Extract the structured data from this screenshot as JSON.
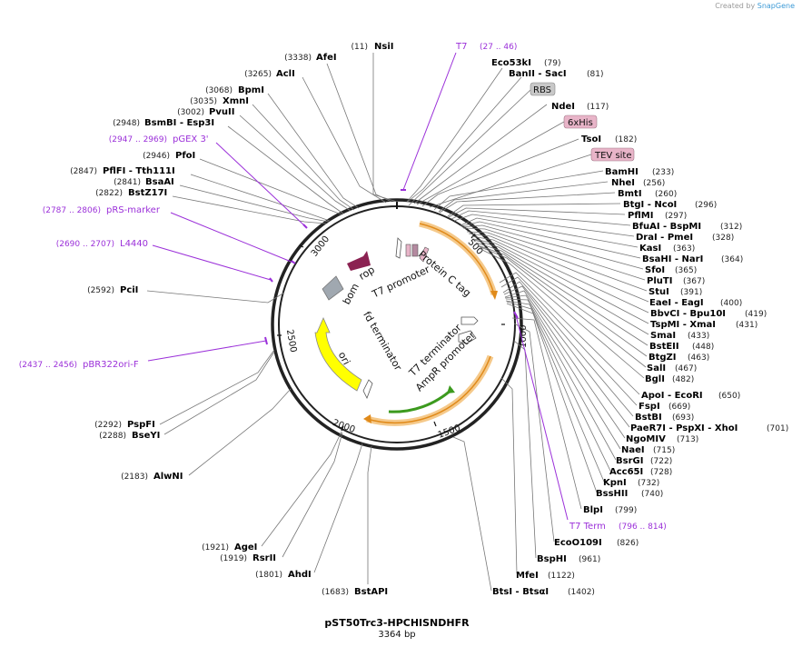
{
  "credit": {
    "prefix": "Created by",
    "brand": "SnapGene"
  },
  "map": {
    "name": "pST50Trc3-HPCHISNDHFR",
    "length_label": "3364 bp",
    "length": 3364,
    "ticks": [
      "500",
      "1000",
      "1500",
      "2000",
      "2500",
      "3000"
    ]
  },
  "enzymes": [
    {
      "pos": "(11)",
      "name": "NsiI"
    },
    {
      "pos": "(3338)",
      "name": "AfeI"
    },
    {
      "pos": "(3265)",
      "name": "AclI"
    },
    {
      "pos": "(3068)",
      "name": "BpmI"
    },
    {
      "pos": "(3035)",
      "name": "XmnI"
    },
    {
      "pos": "(3002)",
      "name": "PvuII"
    },
    {
      "pos": "(2948)",
      "name": "BsmBI  - Esp3I"
    },
    {
      "pos": "(2946)",
      "name": "PfoI"
    },
    {
      "pos": "(2847)",
      "name": "PflFI  - Tth111I"
    },
    {
      "pos": "(2841)",
      "name": "BsaAI"
    },
    {
      "pos": "(2822)",
      "name": "BstZ17I"
    },
    {
      "pos": "(2592)",
      "name": "PciI"
    },
    {
      "pos": "(2292)",
      "name": "PspFI"
    },
    {
      "pos": "(2288)",
      "name": "BseYI"
    },
    {
      "pos": "(2183)",
      "name": "AlwNI"
    },
    {
      "pos": "(1921)",
      "name": "AgeI"
    },
    {
      "pos": "(1919)",
      "name": "RsrII"
    },
    {
      "pos": "(1801)",
      "name": "AhdI"
    },
    {
      "pos": "(1683)",
      "name": "BstAPI"
    },
    {
      "pos": "(79)",
      "name": "Eco53kI"
    },
    {
      "pos": "(81)",
      "name": "BanII  - SacI"
    },
    {
      "pos": "(117)",
      "name": "NdeI"
    },
    {
      "pos": "(182)",
      "name": "TsoI"
    },
    {
      "pos": "(233)",
      "name": "BamHI"
    },
    {
      "pos": "(256)",
      "name": "NheI"
    },
    {
      "pos": "(260)",
      "name": "BmtI"
    },
    {
      "pos": "(296)",
      "name": "BtgI  - NcoI"
    },
    {
      "pos": "(297)",
      "name": "PflMI"
    },
    {
      "pos": "(312)",
      "name": "BfuAI  - BspMI"
    },
    {
      "pos": "(328)",
      "name": "DraI  - PmeI"
    },
    {
      "pos": "(363)",
      "name": "KasI"
    },
    {
      "pos": "(364)",
      "name": "BsaHI  - NarI"
    },
    {
      "pos": "(365)",
      "name": "SfoI"
    },
    {
      "pos": "(367)",
      "name": "PluTI"
    },
    {
      "pos": "(391)",
      "name": "StuI"
    },
    {
      "pos": "(400)",
      "name": "EaeI  - EagI"
    },
    {
      "pos": "(419)",
      "name": "BbvCI  - Bpu10I"
    },
    {
      "pos": "(431)",
      "name": "TspMI  - XmaI"
    },
    {
      "pos": "(433)",
      "name": "SmaI"
    },
    {
      "pos": "(448)",
      "name": "BstEII"
    },
    {
      "pos": "(463)",
      "name": "BtgZI"
    },
    {
      "pos": "(467)",
      "name": "SalI"
    },
    {
      "pos": "(482)",
      "name": "BglI"
    },
    {
      "pos": "(650)",
      "name": "ApoI  - EcoRI"
    },
    {
      "pos": "(669)",
      "name": "FspI"
    },
    {
      "pos": "(693)",
      "name": "BstBI"
    },
    {
      "pos": "(701)",
      "name": "PaeR7I  - PspXI  - XhoI"
    },
    {
      "pos": "(713)",
      "name": "NgoMIV"
    },
    {
      "pos": "(715)",
      "name": "NaeI"
    },
    {
      "pos": "(722)",
      "name": "BsrGI"
    },
    {
      "pos": "(728)",
      "name": "Acc65I"
    },
    {
      "pos": "(732)",
      "name": "KpnI"
    },
    {
      "pos": "(740)",
      "name": "BssHII"
    },
    {
      "pos": "(799)",
      "name": "BlpI"
    },
    {
      "pos": "(826)",
      "name": "EcoO109I"
    },
    {
      "pos": "(961)",
      "name": "BspHI"
    },
    {
      "pos": "(1122)",
      "name": "MfeI"
    },
    {
      "pos": "(1402)",
      "name": "BtsI  - BtsαI"
    }
  ],
  "primers": [
    {
      "name": "T7",
      "range": "(27 .. 46)"
    },
    {
      "name": "pGEX 3'",
      "range": "(2947 .. 2969)"
    },
    {
      "name": "pRS-marker",
      "range": "(2787 .. 2806)"
    },
    {
      "name": "L4440",
      "range": "(2690 .. 2707)"
    },
    {
      "name": "pBR322ori-F",
      "range": "(2437 .. 2456)"
    },
    {
      "name": "T7 Term",
      "range": "(796 .. 814)"
    }
  ],
  "boxed_features": [
    {
      "name": "RBS",
      "color": "#c8c8c8"
    },
    {
      "name": "6xHis",
      "color": "#e8b4c8"
    },
    {
      "name": "TEV site",
      "color": "#e8b4c8"
    }
  ],
  "features": {
    "rop": "rop",
    "bom": "bom",
    "t7_promoter": "T7 promoter",
    "protein_c_tag": "Protein C tag",
    "fd_terminator": "fd terminator",
    "ori": "ori",
    "t7_terminator": "T7 terminator",
    "ampr_promoter": "AmpR promoter"
  },
  "colors": {
    "primer": "#9b30d9",
    "ori": "#ffff00",
    "rop": "#8b2252",
    "bom": "#a0a8b0",
    "highlight": "#f5c98a",
    "amp_promoter": "#3c9a1e",
    "backbone": "#222222"
  }
}
